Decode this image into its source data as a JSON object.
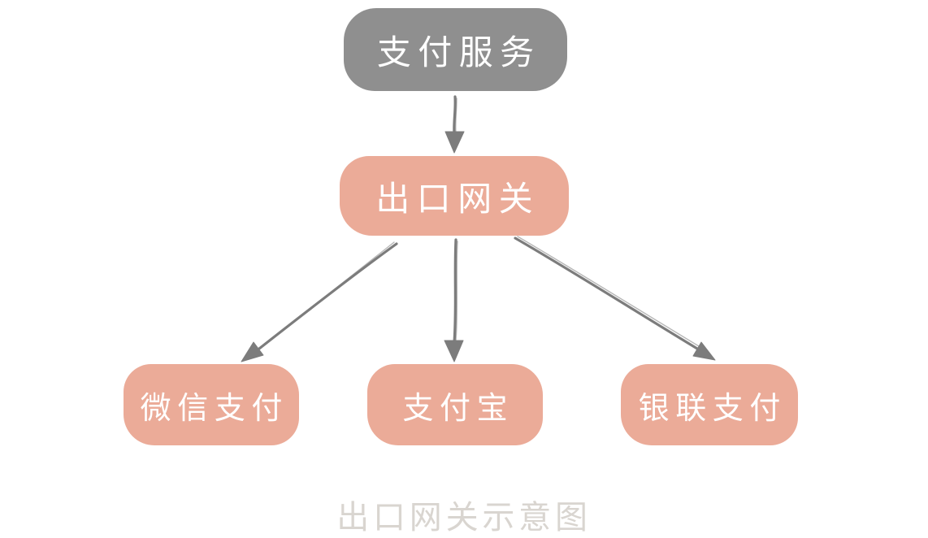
{
  "caption": "出口网关示意图",
  "colors": {
    "canvas_bg": "#ffffff",
    "service_node_bg": "#8f8f8f",
    "gateway_node_bg": "#ebab98",
    "provider_node_bg": "#ebab98",
    "node_text": "#ffffff",
    "arrow": "#7c7c7c",
    "caption_text": "#d9d5d0"
  },
  "nodes": {
    "payment_service": {
      "label": "支付服务"
    },
    "exit_gateway": {
      "label": "出口网关"
    },
    "wechat_pay": {
      "label": "微信支付"
    },
    "alipay": {
      "label": "支付宝"
    },
    "unionpay": {
      "label": "银联支付"
    }
  },
  "edges": [
    {
      "from": "payment_service",
      "to": "exit_gateway"
    },
    {
      "from": "exit_gateway",
      "to": "wechat_pay"
    },
    {
      "from": "exit_gateway",
      "to": "alipay"
    },
    {
      "from": "exit_gateway",
      "to": "unionpay"
    }
  ]
}
